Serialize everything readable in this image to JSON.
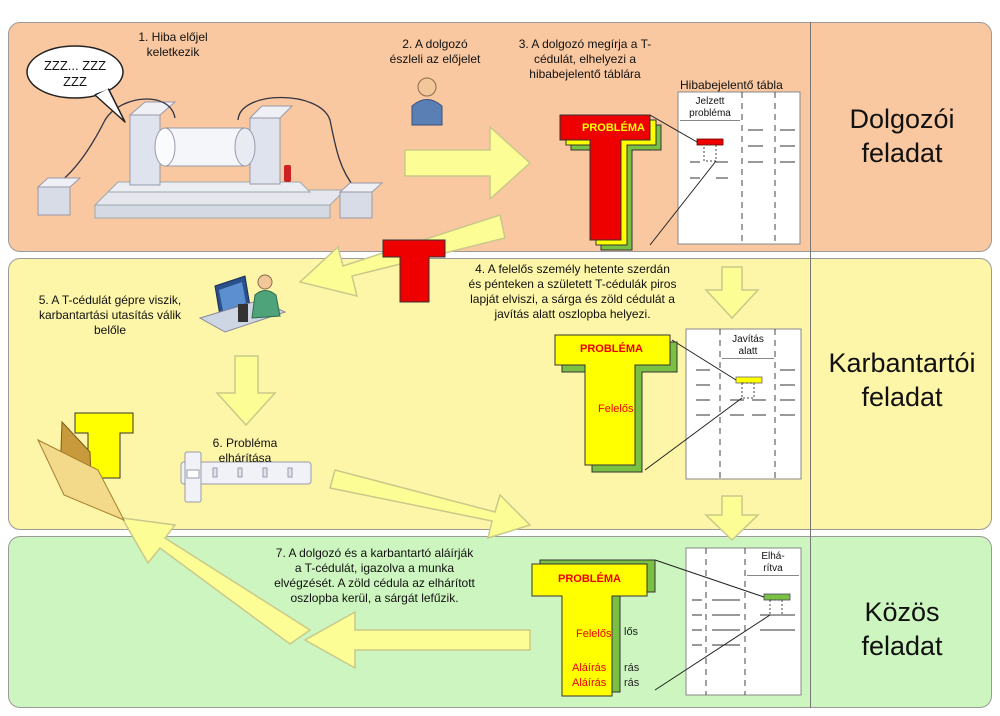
{
  "lanes": {
    "worker": {
      "label": "Dolgozói\nfeladat",
      "color": "#f9c8a0"
    },
    "maintenance": {
      "label": "Karbantartói\nfeladat",
      "color": "#fdf5a8"
    },
    "shared": {
      "label": "Közös\nfeladat",
      "color": "#cdf5bf"
    }
  },
  "steps": {
    "s1": "1. Hiba előjel\nkeletkezik",
    "s2": "2. A dolgozó\nészleli az előjelet",
    "s3": "3. A dolgozó megírja a T-\ncédulát, elhelyezi a\nhibabejelentő táblára",
    "s4": "4. A felelős személy hetente szerdán\nés pénteken a született T-cédulák piros\nlapját elviszi, a sárga és zöld cédulát a\njavítás alatt oszlopba helyezi.",
    "s5": "5. A T-cédulát gépre viszik,\nkarbantartási utasítás válik\nbelőle",
    "s6": "6. Probléma\nelhárítása",
    "s7": "7. A dolgozó és a karbantartó aláírják\na T-cédulát, igazolva a munka\nelvégzését. A zöld cédula az elhárított\noszlopba kerül, a sárgát lefűzik."
  },
  "speech_bubble": "ZZZ... ZZZ\nZZZ",
  "board_title": "Hibabejelentő tábla",
  "columns": {
    "reported": "Jelzett\nprobléma",
    "in_repair": "Javítás\nalatt",
    "resolved": "Elhá-\nrítva"
  },
  "card_labels": {
    "problem": "PROBLÉMA",
    "responsible": "Felelős",
    "responsible_back": "lős",
    "signature": "Aláírás",
    "signature_back": "rás"
  },
  "colors": {
    "red": "#ee0000",
    "yellow": "#ffff00",
    "green": "#7ac143",
    "arrow_fill": "#fdfd96",
    "arrow_stroke": "#c9c98a"
  }
}
